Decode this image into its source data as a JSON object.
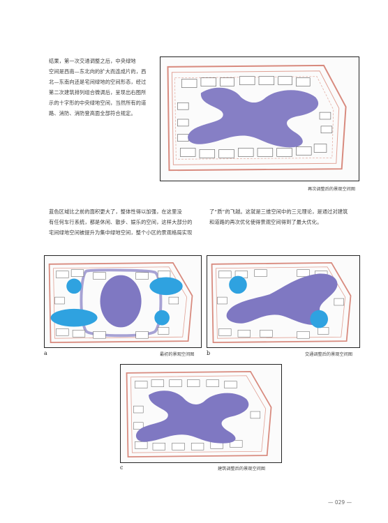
{
  "text": {
    "intro_lines": [
      "结果，第一次交通调整之后，中央绿地",
      "空间是西南—东北向的扩大而连成片的，西",
      "北—东南向还是宅间绿地的空间形态，经过",
      "第二次建筑排列组合微调后，呈现出右图所",
      "示的十字形的中央绿地空间，当然所有的道",
      "路、消防、消防登高面全部符合规定。"
    ],
    "middle_left_lines": [
      "蓝色区域比之前的面积更大了，整体性得以加强，在这里没",
      "有任何车行系统，都是休闲、散步、娱乐的空间，这样大部分的",
      "宅间绿地空间被提升为集中绿地空间，整个小区的景观格局实现"
    ],
    "middle_right_lines": [
      "了“质”的飞越。这就是三维空间中的三元理论，是通过对建筑",
      "和道路的再次优化使得景观空间得到了最大优化。"
    ]
  },
  "figures": {
    "top": {
      "caption": "再次调整后的景观空间图"
    },
    "a": {
      "letter": "a",
      "caption": "最初的景观空间图"
    },
    "b": {
      "letter": "b",
      "caption": "交通调整后的景观空间图"
    },
    "c": {
      "letter": "c",
      "caption": "建筑调整后的景观空间图"
    }
  },
  "colors": {
    "road": "#d88a7e",
    "green_space": "#7f78c2",
    "water_blue": "#2fa2e0",
    "building": "#8a8a8a"
  },
  "page": {
    "number": "029"
  }
}
